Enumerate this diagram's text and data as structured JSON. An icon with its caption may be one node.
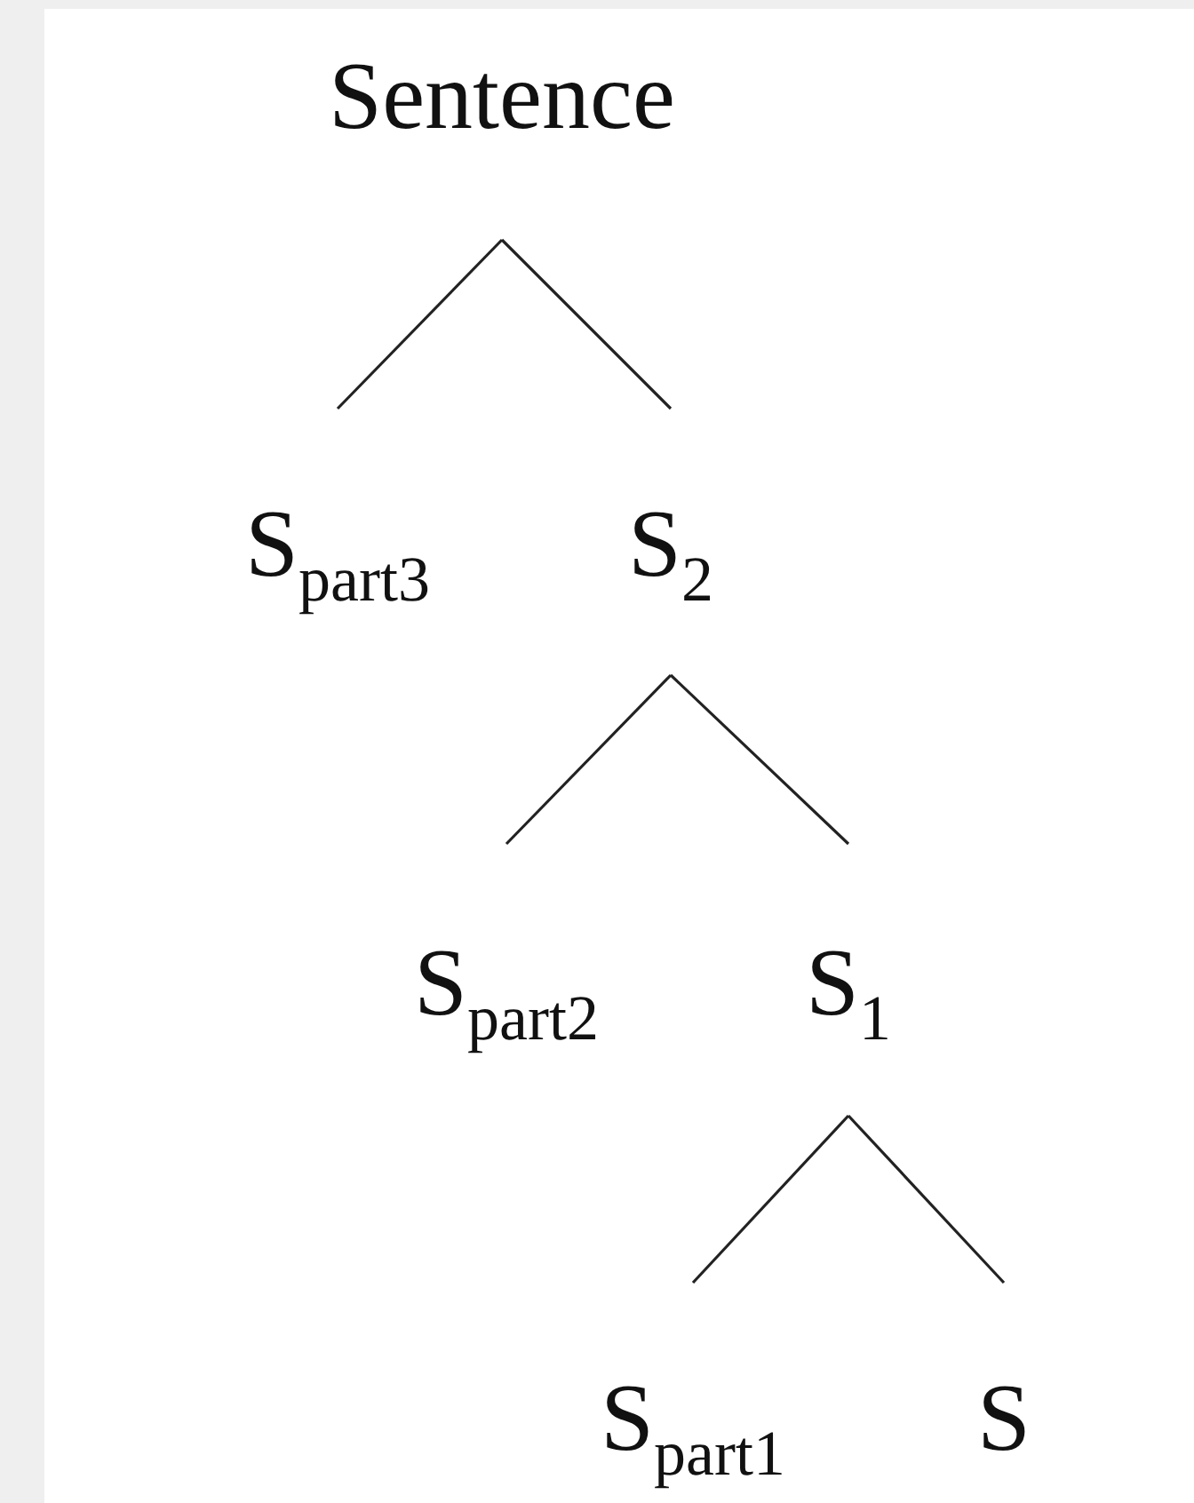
{
  "diagram": {
    "nodes": [
      {
        "text": [
          "Sentence"
        ]
      },
      {
        "text": [
          "S$_{part3}$"
        ]
      },
      {
        "text": [
          "S$_{2}$"
        ]
      },
      {
        "text": [
          "S$_{part2}$"
        ]
      },
      {
        "text": [
          "S$_{1}$"
        ]
      },
      {
        "text": [
          "S$_{part1}$"
        ]
      },
      {
        "text": [
          "S"
        ]
      }
    ],
    "edges": [
      {
        "from": 0,
        "to": 1,
        "arrow": "none"
      },
      {
        "from": 0,
        "to": 2,
        "arrow": "none"
      },
      {
        "from": 2,
        "to": 3,
        "arrow": "none"
      },
      {
        "from": 2,
        "to": 4,
        "arrow": "none"
      },
      {
        "from": 4,
        "to": 5,
        "arrow": "none"
      },
      {
        "from": 4,
        "to": 6,
        "arrow": "none"
      }
    ]
  }
}
